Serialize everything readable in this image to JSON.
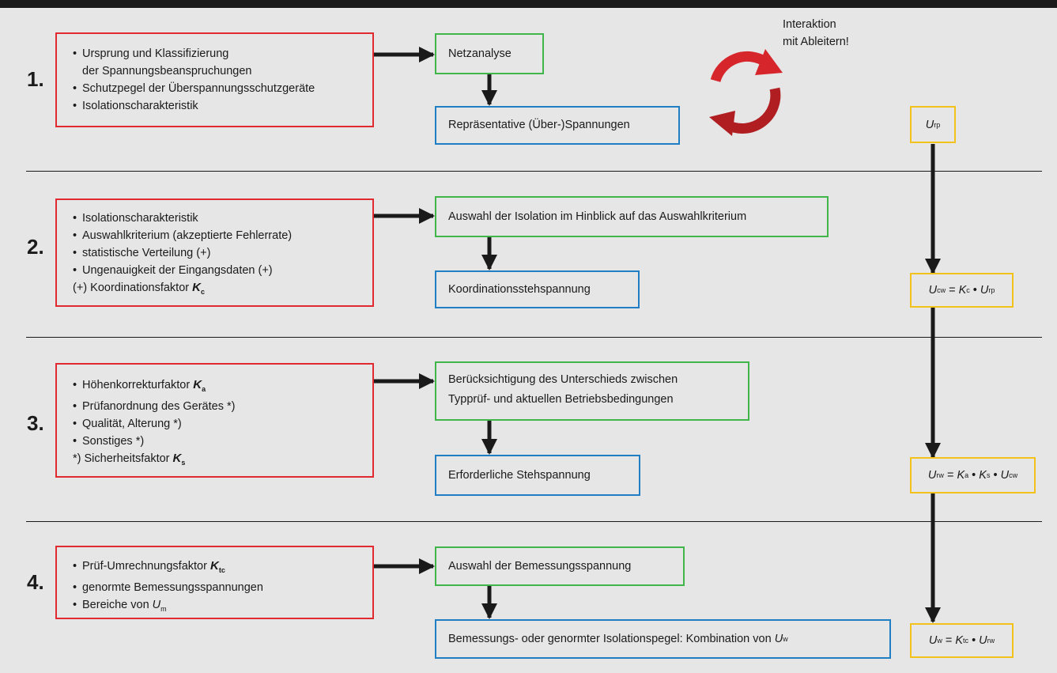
{
  "steps": [
    {
      "number": "1.",
      "inputs": [
        "Ursprung und Klassifizierung",
        "der Spannungsbeanspruchungen",
        "Schutzpegel der Überspannungsschutzgeräte",
        "Isolationscharakteristik"
      ],
      "process": "Netzanalyse",
      "result": "Repräsentative (Über-)Spannungen",
      "formula": {
        "symbol": "U",
        "sub": "rp"
      }
    },
    {
      "number": "2.",
      "inputs": [
        "Isolationscharakteristik",
        "Auswahlkriterium (akzeptierte Fehlerrate)",
        "statistische Verteilung (+)",
        "Ungenauigkeit der Eingangsdaten (+)"
      ],
      "factor_line": "(+) Koordinationsfaktor",
      "factor": {
        "symbol": "K",
        "sub": "c"
      },
      "process": "Auswahl der Isolation im Hinblick auf das Auswahlkriterium",
      "result": "Koordinationsstehspannung",
      "formula": {
        "lhs_sub": "cw",
        "k1_sub": "c",
        "u_sub": "rp"
      }
    },
    {
      "number": "3.",
      "inputs_first": "Höhenkorrekturfaktor",
      "inputs_first_factor": {
        "symbol": "K",
        "sub": "a"
      },
      "inputs": [
        "Prüfanordnung des Gerätes *)",
        "Qualität, Alterung *)",
        "Sonstiges *)"
      ],
      "factor_line": "*) Sicherheitsfaktor",
      "factor": {
        "symbol": "K",
        "sub": "s"
      },
      "process_lines": [
        "Berücksichtigung des Unterschieds zwischen",
        "Typprüf- und aktuellen Betriebsbedingungen"
      ],
      "result": "Erforderliche Stehspannung",
      "formula": {
        "lhs_sub": "rw",
        "k1_sub": "a",
        "k2_sub": "s",
        "u_sub": "cw"
      }
    },
    {
      "number": "4.",
      "inputs_first": "Prüf-Umrechnungsfaktor",
      "inputs_first_factor": {
        "symbol": "K",
        "sub": "tc"
      },
      "inputs": [
        "genormte Bemessungsspannungen"
      ],
      "inputs_last": "Bereiche von",
      "inputs_last_var": {
        "symbol": "U",
        "sub": "m"
      },
      "process": "Auswahl der Bemessungsspannung",
      "result": "Bemessungs- oder genormter Isolationspegel: Kombination von",
      "result_var": {
        "symbol": "U",
        "sub": "w"
      },
      "formula": {
        "lhs_sub": "w",
        "k1_sub": "tc",
        "u_sub": "rw"
      }
    }
  ],
  "bullet": "•",
  "symbols": {
    "U": "U",
    "K": "K",
    "equals": "=",
    "times": "•"
  },
  "note_lines": [
    "Interaktion",
    "mit Ableitern!"
  ],
  "colors": {
    "red": "#e02a2f",
    "green": "#3fb54a",
    "blue": "#1f7ec4",
    "yellow": "#f2c21b",
    "background": "#e6e6e7"
  }
}
